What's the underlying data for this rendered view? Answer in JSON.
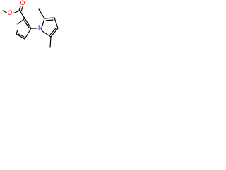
{
  "molecule": {
    "atoms": {
      "ester_oxygen": {
        "symbol": "O",
        "color": "#ff0000"
      },
      "carbonyl_oxygen": {
        "symbol": "O",
        "color": "#ff0000"
      },
      "thiophene_sulfur": {
        "symbol": "S",
        "color": "#b8a300"
      },
      "pyrrole_nitrogen": {
        "symbol": "N",
        "color": "#0000ff"
      }
    }
  }
}
